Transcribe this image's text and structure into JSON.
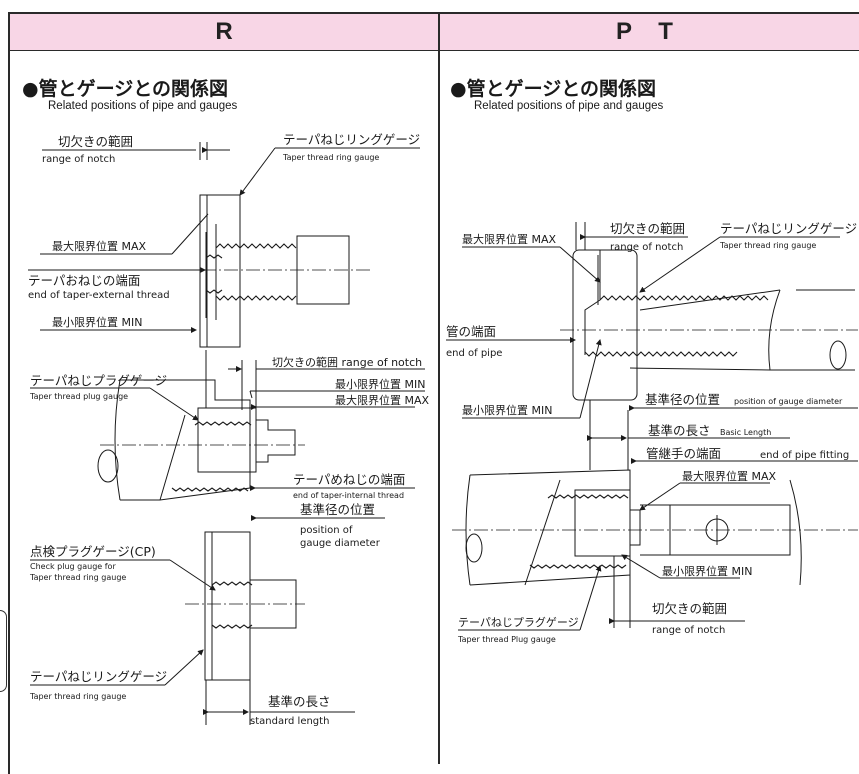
{
  "headers": {
    "r": "R",
    "pt": "P T"
  },
  "left": {
    "title": "●管とゲージとの関係図",
    "subtitle": "Related positions of pipe and gauges",
    "labels": {
      "notch_range_jp": "切欠きの範囲",
      "notch_range_en": "range of notch",
      "ring_gauge_jp": "テーパねじリングゲージ",
      "ring_gauge_en": "Taper thread ring gauge",
      "max_pos": "最大限界位置 MAX",
      "ext_end_jp": "テーパおねじの端面",
      "ext_end_en": "end of taper-external thread",
      "min_pos": "最小限界位置 MIN",
      "notch_range_inline": "切欠きの範囲 range of notch",
      "min_pos2": "最小限界位置 MIN",
      "max_pos2": "最大限界位置 MAX",
      "plug_gauge_jp": "テーパねじプラグゲージ",
      "plug_gauge_en": "Taper thread plug gauge",
      "int_end_jp": "テーパめねじの端面",
      "int_end_en": "end of taper-internal thread",
      "gauge_dia_jp": "基準径の位置",
      "gauge_dia_en1": "position of",
      "gauge_dia_en2": "gauge diameter",
      "check_plug_jp": "点検プラグゲージ(CP)",
      "check_plug_en1": "Check plug gauge for",
      "check_plug_en2": "Taper thread ring gauge",
      "ring_gauge2_jp": "テーパねじリングゲージ",
      "ring_gauge2_en": "Taper thread ring gauge",
      "std_len_jp": "基準の長さ",
      "std_len_en": "standard length"
    }
  },
  "right": {
    "title": "●管とゲージとの関係図",
    "subtitle": "Related positions of pipe and gauges",
    "labels": {
      "max_pos": "最大限界位置 MAX",
      "notch_range_jp": "切欠きの範囲",
      "notch_range_en": "range of notch",
      "ring_gauge_jp": "テーパねじリングゲージ",
      "ring_gauge_en": "Taper thread ring gauge",
      "pipe_end_jp": "管の端面",
      "pipe_end_en": "end of pipe",
      "min_pos": "最小限界位置 MIN",
      "gauge_dia_jp": "基準径の位置",
      "gauge_dia_en": "position of gauge diameter",
      "basic_len_jp": "基準の長さ",
      "basic_len_en": "Basic Length",
      "fitting_end_jp": "管継手の端面",
      "fitting_end_en": "end of pipe fitting",
      "max_pos2": "最大限界位置 MAX",
      "min_pos2": "最小限界位置 MIN",
      "notch_range2_jp": "切欠きの範囲",
      "notch_range2_en": "range of notch",
      "plug_gauge_jp": "テーパねじプラグゲージ",
      "plug_gauge_en": "Taper thread Plug gauge"
    }
  }
}
